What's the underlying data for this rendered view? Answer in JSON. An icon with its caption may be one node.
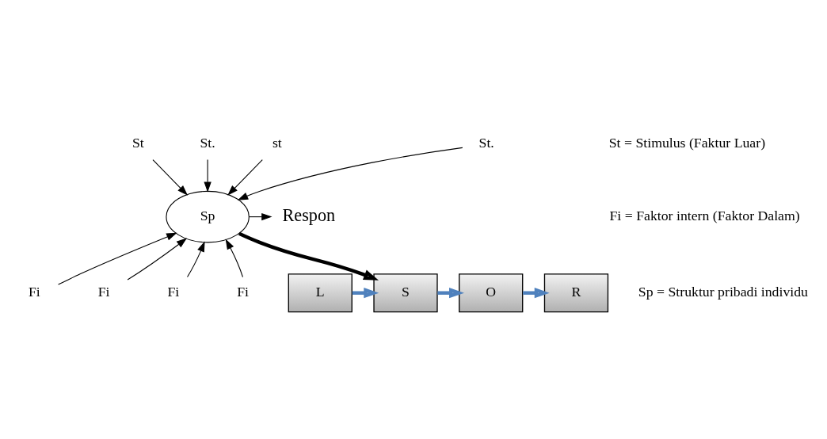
{
  "diagram": {
    "nodes": [
      {
        "text": [
          "St"
        ]
      },
      {
        "text": [
          "St."
        ]
      },
      {
        "text": [
          "st"
        ]
      },
      {
        "text": [
          "St."
        ]
      },
      {
        "text": [
          "Sp"
        ]
      },
      {
        "text": [
          "Respon"
        ]
      },
      {
        "text": [
          "Fi"
        ]
      },
      {
        "text": [
          "Fi"
        ]
      },
      {
        "text": [
          "Fi"
        ]
      },
      {
        "text": [
          "Fi"
        ]
      },
      {
        "text": [
          "L"
        ]
      },
      {
        "text": [
          "S"
        ]
      },
      {
        "text": [
          "O"
        ]
      },
      {
        "text": [
          "R"
        ]
      }
    ],
    "edges": [
      {
        "from": 0,
        "to": 4,
        "arrow": "to"
      },
      {
        "from": 1,
        "to": 4,
        "arrow": "to"
      },
      {
        "from": 2,
        "to": 4,
        "arrow": "to"
      },
      {
        "from": 3,
        "to": 4,
        "arrow": "to"
      },
      {
        "from": 4,
        "to": 5,
        "arrow": "to"
      },
      {
        "from": 6,
        "to": 4,
        "arrow": "to"
      },
      {
        "from": 7,
        "to": 4,
        "arrow": "to"
      },
      {
        "from": 8,
        "to": 4,
        "arrow": "to"
      },
      {
        "from": 9,
        "to": 4,
        "arrow": "to"
      },
      {
        "from": 4,
        "to": 11,
        "arrow": "to",
        "style": "thick"
      },
      {
        "from": 10,
        "to": 11,
        "arrow": "to",
        "style": "thick",
        "color": "#4f81bd"
      },
      {
        "from": 11,
        "to": 12,
        "arrow": "to",
        "style": "thick",
        "color": "#4f81bd"
      },
      {
        "from": 12,
        "to": 13,
        "arrow": "to",
        "style": "thick",
        "color": "#4f81bd"
      }
    ],
    "labels": [
      "St = Stimulus (Faktur Luar)",
      "Fi = Faktor intern (Faktor Dalam)",
      "Sp = Struktur pribadi individu"
    ]
  }
}
